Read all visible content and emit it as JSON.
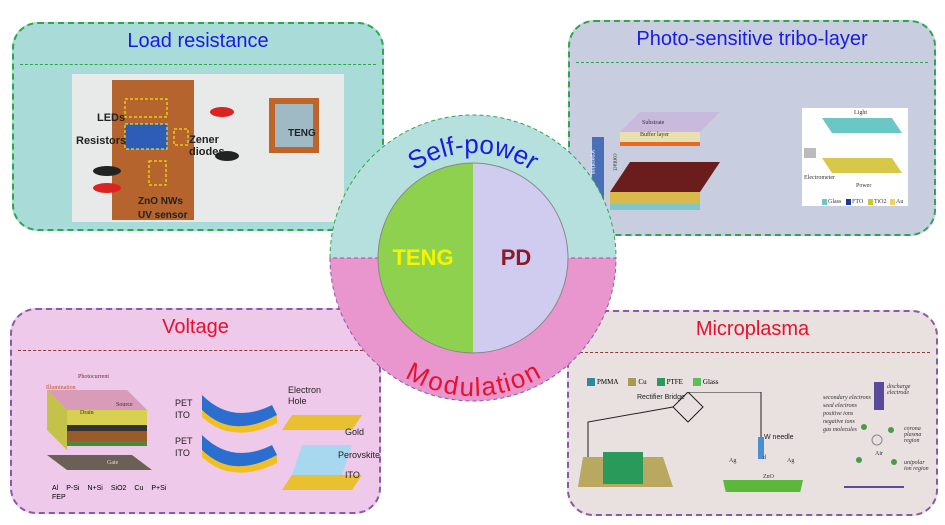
{
  "panels": {
    "load": {
      "title": "Load resistance",
      "labels": [
        "LEDs",
        "Resistors",
        "Zener diodes",
        "ZnO NWs UV sensor",
        "TENG"
      ]
    },
    "photo": {
      "title": "Photo-sensitive tribo-layer",
      "labels": [
        "Substrate",
        "Buffer layer",
        "separation",
        "contact",
        "Light",
        "Electrometer",
        "Power",
        "Glass",
        "FTO",
        "TiO2",
        "Au"
      ]
    },
    "voltage": {
      "title": "Voltage",
      "labels": [
        "Illumination",
        "Photocurrent",
        "Drain",
        "Source",
        "Gate",
        "PET",
        "ITO",
        "PET",
        "ITO",
        "Electron",
        "Hole",
        "Gold",
        "Perovskite",
        "ITO"
      ],
      "legend": [
        "Al",
        "P-Si",
        "N+Si",
        "SiO2",
        "Cu",
        "P+Si",
        "FEP"
      ]
    },
    "plasma": {
      "title": "Microplasma",
      "legend": [
        "PMMA",
        "Cu",
        "PTFE",
        "Glass"
      ],
      "labels": [
        "Rectifier Bridge",
        "W needle",
        "Ag",
        "Ag",
        "ZnO",
        "d",
        "discharge electrode",
        "secondary electrons",
        "seed electrons",
        "positive ions",
        "negative ions",
        "gas molecules",
        "Air",
        "corona plasma region",
        "unipolar ion region"
      ]
    }
  },
  "center": {
    "top": "Self-power",
    "bottom": "Modulation",
    "left": "TENG",
    "right": "PD"
  },
  "colors": {
    "teal": "#a9dcd9",
    "pink": "#e996cf",
    "green": "#8ed14f",
    "lavender": "#d0ccef",
    "blue": "#1a1ae6",
    "red": "#e8102a"
  }
}
